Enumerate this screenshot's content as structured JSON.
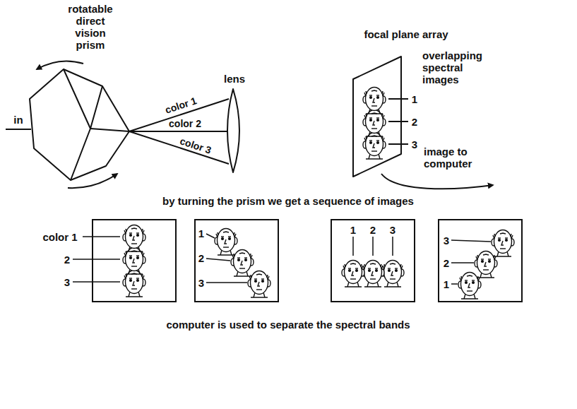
{
  "diagram": {
    "nodes": [
      {
        "text": [
          "color 1",
          "2",
          "3"
        ]
      },
      {
        "text": [
          "1",
          "2",
          "3"
        ]
      },
      {
        "text": [
          "1",
          "2",
          "3"
        ]
      },
      {
        "text": [
          "3",
          "2",
          "1"
        ]
      }
    ],
    "labels": [
      "rotatable direct vision prism",
      "in",
      "color 1",
      "color 2",
      "color 3",
      "lens",
      "focal plane array",
      "overlapping spectral images",
      "1",
      "2",
      "3",
      "image to computer",
      "by turning the prism we get a sequence of images",
      "computer is used to separate the spectral bands"
    ]
  }
}
